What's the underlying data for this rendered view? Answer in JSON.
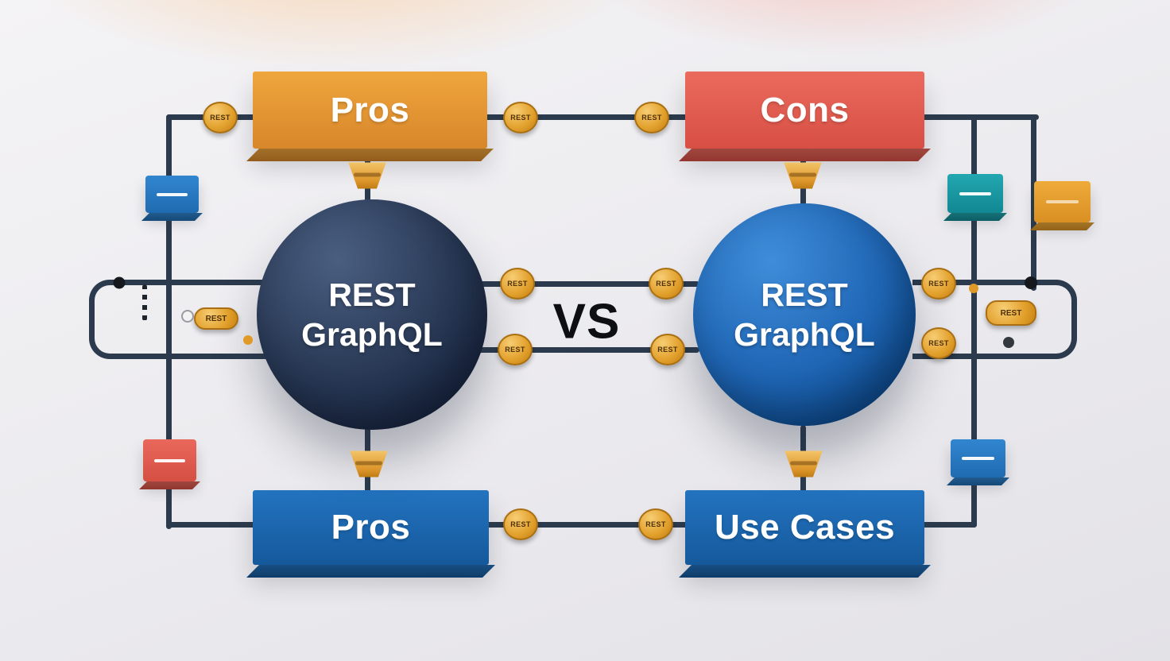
{
  "vs": {
    "label": "VS"
  },
  "boxes": {
    "top_left": {
      "label": "Pros"
    },
    "top_right": {
      "label": "Cons"
    },
    "bottom_left": {
      "label": "Pros"
    },
    "bottom_right": {
      "label": "Use Cases"
    }
  },
  "spheres": {
    "left": {
      "line1": "REST",
      "line2": "GraphQL"
    },
    "right": {
      "line1": "REST",
      "line2": "GraphQL"
    }
  },
  "badges": [
    {
      "text": "REST"
    },
    {
      "text": "REST"
    },
    {
      "text": "REST"
    },
    {
      "text": "REST"
    },
    {
      "text": "REST"
    },
    {
      "text": "REST"
    },
    {
      "text": "REST"
    },
    {
      "text": "REST"
    },
    {
      "text": "REST"
    },
    {
      "text": "REST"
    },
    {
      "text": "REST"
    }
  ],
  "pill_badges": {
    "left": {
      "text": "REST"
    },
    "right": {
      "text": "REST"
    }
  },
  "colors": {
    "orange_box": "#e0922f",
    "red_box": "#e05a4e",
    "blue_box": "#1b67b0",
    "navy_sphere": "#233450",
    "blue_sphere": "#1565c0",
    "connector_line": "#2b3b4d",
    "badge_gold": "#e2a02c",
    "teal_small_box": "#189aa6",
    "blue_small_box": "#2b7ec9",
    "red_small_box": "#e05a4e",
    "orange_small_box": "#e8a22e"
  }
}
